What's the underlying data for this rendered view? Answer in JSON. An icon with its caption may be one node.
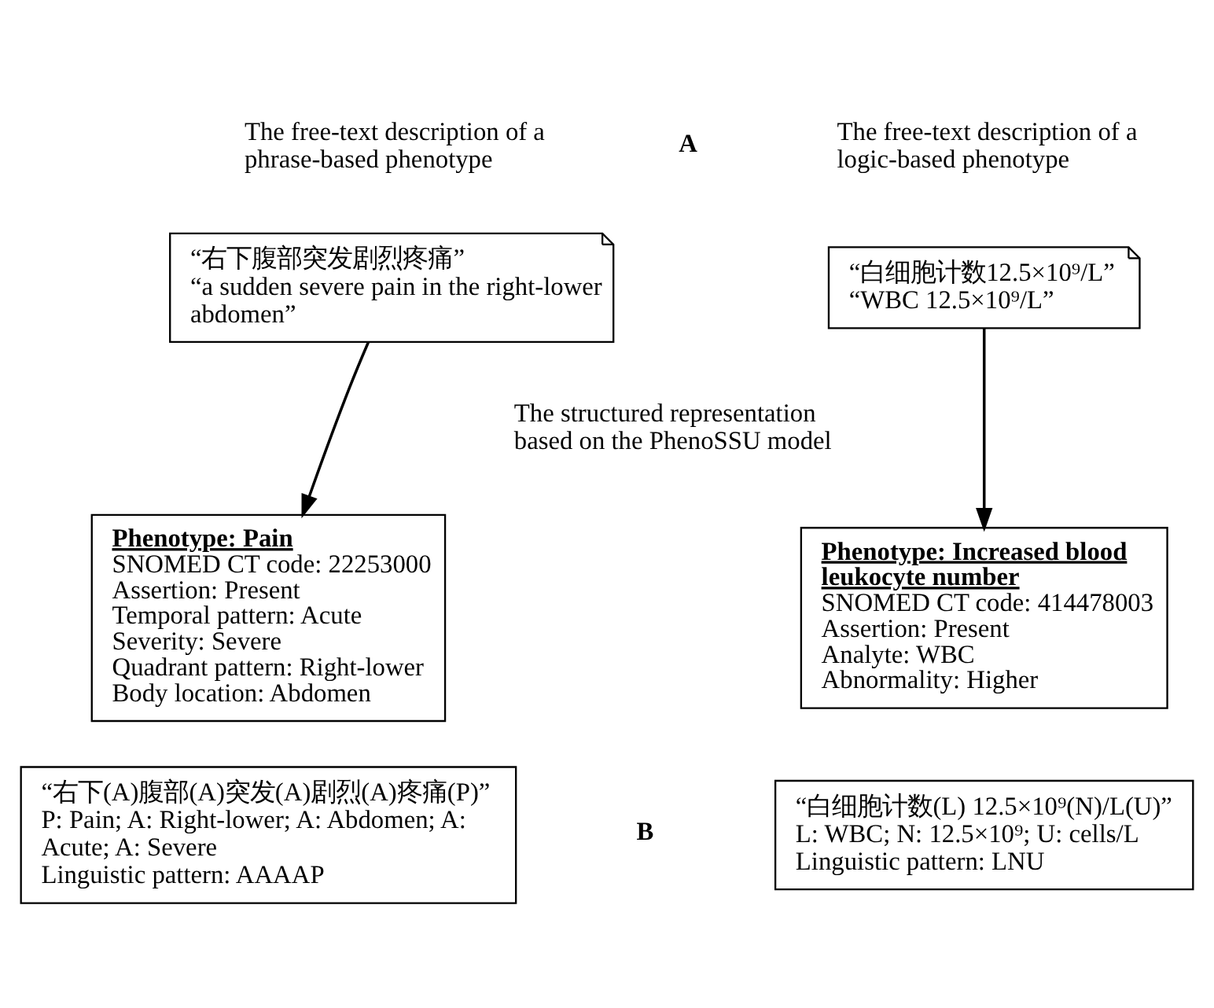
{
  "diagram": {
    "nodes": [
      {
        "text": [
          "“右下腹部突发剧烈疼痛”",
          "“a sudden severe pain in the right-lower abdomen”"
        ],
        "beside": [
          "The free-text description of a phrase-based phenotype"
        ]
      },
      {
        "text": [
          "“白细胞计数12.5×10⁹/L”",
          "“WBC 12.5×10⁹/L”"
        ],
        "beside": [
          "The free-text description of a logic-based phenotype"
        ]
      },
      {
        "text": [
          "Phenotype: Pain",
          "SNOMED CT code: 22253000",
          "Assertion: Present",
          "Temporal pattern: Acute",
          "Severity: Severe",
          "Quadrant pattern: Right-lower",
          "Body location: Abdomen"
        ]
      },
      {
        "text": [
          "Phenotype: Increased blood leukocyte number",
          "SNOMED CT code: 414478003",
          "Assertion: Present",
          "Analyte: WBC",
          "Abnormality: Higher"
        ]
      },
      {
        "text": [
          "“右下(A)腹部(A)突发(A)剧烈(A)疼痛(P)”",
          "P: Pain; A: Right-lower; A: Abdomen; A: Acute; A: Severe",
          "Linguistic pattern: AAAAP"
        ]
      },
      {
        "text": [
          "“白细胞计数(L) 12.5×10⁹(N)/L(U)”",
          "L: WBC; N: 12.5×10⁹; U: cells/L",
          "Linguistic pattern: LNU"
        ]
      }
    ],
    "edges": [
      {
        "from": 0,
        "to": 2,
        "arrow": "to"
      },
      {
        "from": 1,
        "to": 3,
        "arrow": "to"
      }
    ],
    "labels": [
      "A",
      "The structured representation based on the PhenoSSU model",
      "B"
    ]
  }
}
